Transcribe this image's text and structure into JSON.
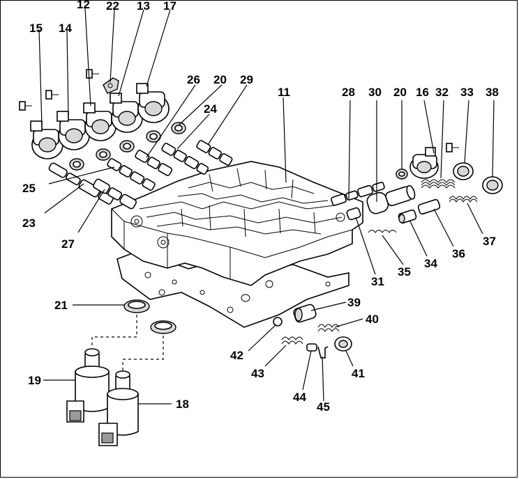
{
  "callouts": [
    {
      "id": "c12",
      "text": "12"
    },
    {
      "id": "c22",
      "text": "22"
    },
    {
      "id": "c13",
      "text": "13"
    },
    {
      "id": "c17",
      "text": "17"
    },
    {
      "id": "c15",
      "text": "15"
    },
    {
      "id": "c14",
      "text": "14"
    },
    {
      "id": "c26",
      "text": "26"
    },
    {
      "id": "c20a",
      "text": "20"
    },
    {
      "id": "c29",
      "text": "29"
    },
    {
      "id": "c11",
      "text": "11"
    },
    {
      "id": "c24",
      "text": "24"
    },
    {
      "id": "c28",
      "text": "28"
    },
    {
      "id": "c30",
      "text": "30"
    },
    {
      "id": "c20b",
      "text": "20"
    },
    {
      "id": "c16",
      "text": "16"
    },
    {
      "id": "c32",
      "text": "32"
    },
    {
      "id": "c33",
      "text": "33"
    },
    {
      "id": "c38",
      "text": "38"
    },
    {
      "id": "c25",
      "text": "25"
    },
    {
      "id": "c23",
      "text": "23"
    },
    {
      "id": "c27",
      "text": "27"
    },
    {
      "id": "c37",
      "text": "37"
    },
    {
      "id": "c36",
      "text": "36"
    },
    {
      "id": "c34",
      "text": "34"
    },
    {
      "id": "c35",
      "text": "35"
    },
    {
      "id": "c31",
      "text": "31"
    },
    {
      "id": "c21",
      "text": "21"
    },
    {
      "id": "c39",
      "text": "39"
    },
    {
      "id": "c40",
      "text": "40"
    },
    {
      "id": "c42",
      "text": "42"
    },
    {
      "id": "c41",
      "text": "41"
    },
    {
      "id": "c43",
      "text": "43"
    },
    {
      "id": "c19",
      "text": "19"
    },
    {
      "id": "c18",
      "text": "18"
    },
    {
      "id": "c44",
      "text": "44"
    },
    {
      "id": "c45",
      "text": "45"
    }
  ]
}
